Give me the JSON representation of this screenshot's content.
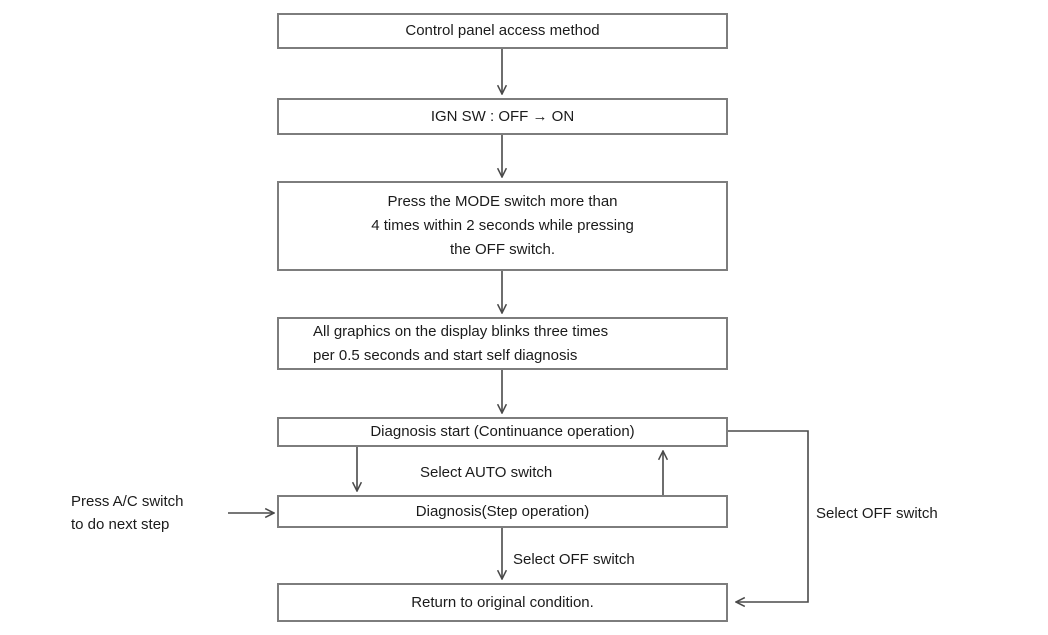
{
  "diagram": {
    "title": "Control panel access method",
    "type": "flowchart",
    "boxes": [
      {
        "id": "control-panel-access",
        "label": "Control panel access method"
      },
      {
        "id": "ign-sw",
        "label": "IGN SW : OFF → ON"
      },
      {
        "id": "press-mode-switch",
        "label": "Press the MODE switch more than\n4 times within 2 seconds while pressing\nthe OFF switch."
      },
      {
        "id": "graphics-blink",
        "label": "All graphics on the display blinks three times\nper 0.5 seconds and start self diagnosis"
      },
      {
        "id": "diagnosis-start",
        "label": "Diagnosis start (Continuance operation)"
      },
      {
        "id": "diagnosis-step",
        "label": "Diagnosis(Step operation)"
      },
      {
        "id": "return-original",
        "label": "Return to original condition."
      }
    ],
    "edge_labels": {
      "select_auto": "Select AUTO switch",
      "select_off_step": "Select OFF switch",
      "select_off_loop": "Select OFF switch"
    },
    "side_note": "Press A/C switch\nto do next step",
    "colors": {
      "line": "#4a4a4a",
      "box_border": "#7d7d7d",
      "text": "#1b1b1b",
      "background": "#ffffff"
    }
  }
}
